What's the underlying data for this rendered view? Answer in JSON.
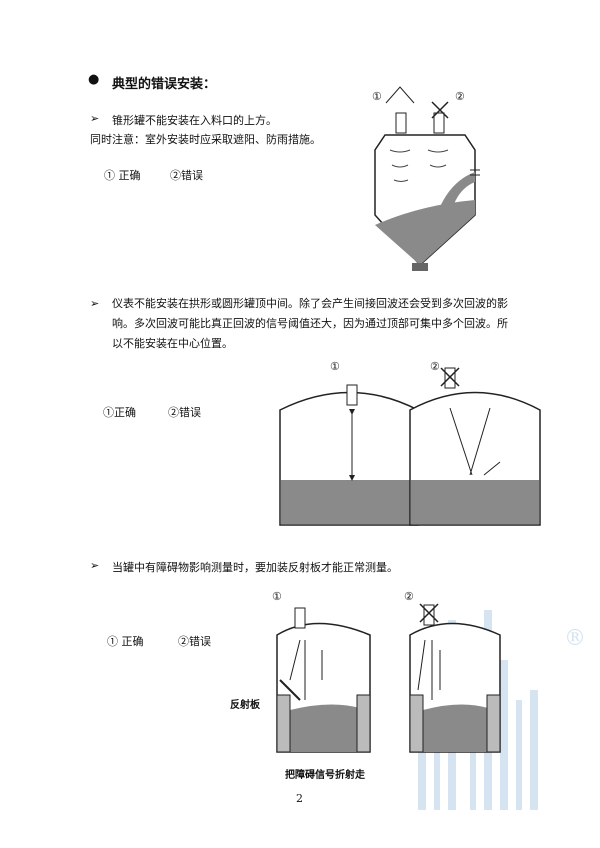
{
  "heading": "典型的错误安装：",
  "s1": {
    "line1": "锥形罐不能安装在入料口的上方。",
    "line2": "同时注意：室外安装时应采取遮阳、防雨措施。",
    "correct": "① 正确",
    "wrong": "②错误"
  },
  "s2": {
    "text": "仪表不能安装在拱形或圆形罐顶中间。除了会产生间接回波还会受到多次回波的影响。多次回波可能比真正回波的信号阈值还大，因为通过顶部可集中多个回波。所以不能安装在中心位置。",
    "correct": "①正确",
    "wrong": "②错误"
  },
  "s3": {
    "text": "当罐中有障碍物影响测量时，要加装反射板才能正常测量。",
    "correct": "① 正确",
    "wrong": "②错误",
    "reflector_label": "反射板",
    "caption": "把障碍信号折射走"
  },
  "marks": {
    "one": "①",
    "two": "②"
  },
  "bullet_arrow": "➢",
  "page_number": "2",
  "watermark": "®"
}
